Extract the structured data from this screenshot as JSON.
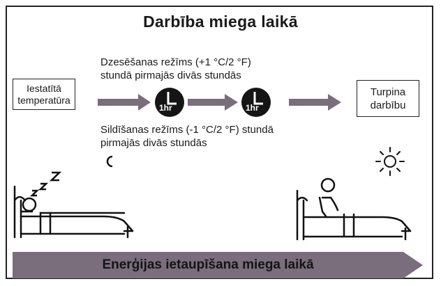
{
  "title": "Darbība miega laikā",
  "cooling_text": [
    "Dzesēšanas režīms (+1 °C/2 °F)",
    "stundā pirmajās divās stundās"
  ],
  "heating_text": [
    "Sildīšanas režīms (-1 °C/2 °F) stundā",
    "pirmajās divās stundās"
  ],
  "set_temp_box": [
    "Iestatītā",
    "temperatūra"
  ],
  "continue_box": [
    "Turpina",
    "darbību"
  ],
  "clock_label": "1hr",
  "banner": "Enerģijas ietaupīšana miega laikā",
  "sleep_symbol": "z z Z",
  "colors": {
    "arrow": "#7a6e7c",
    "banner": "#7a6e7c",
    "clock": "#151515"
  },
  "icons": [
    "moon-icon",
    "sun-icon",
    "clock-icon",
    "sleeping-person-icon",
    "sitting-person-icon"
  ]
}
